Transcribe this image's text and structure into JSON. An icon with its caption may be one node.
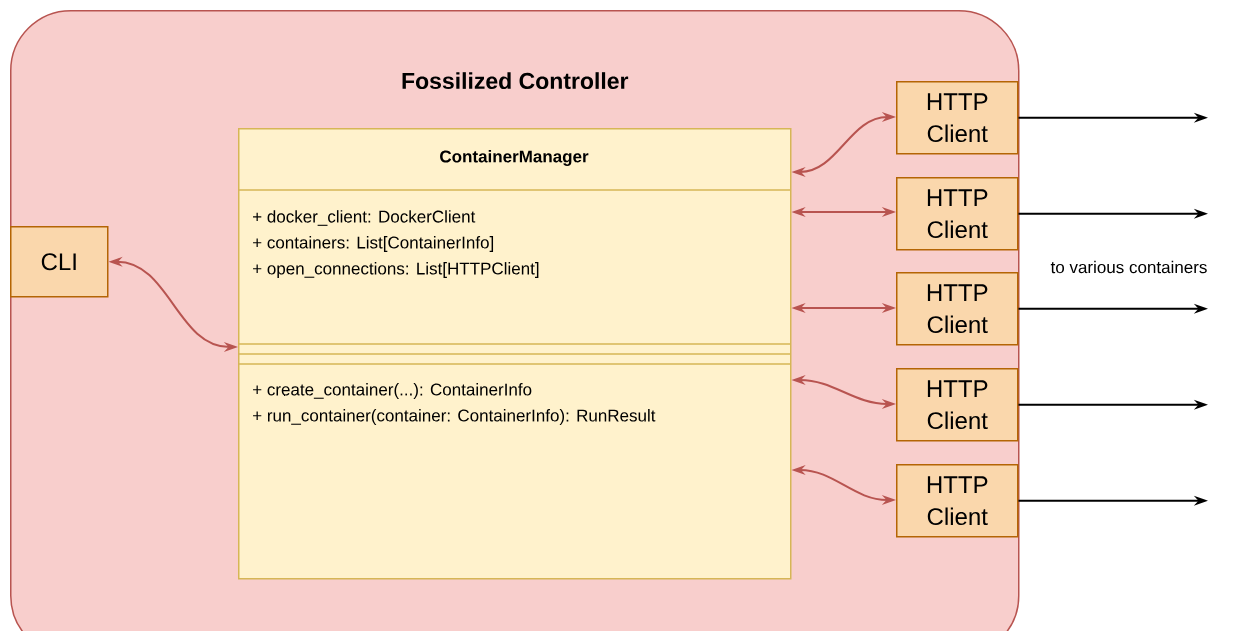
{
  "diagram": {
    "nodes": [
      {
        "text": [
          "Fossilized Controller"
        ]
      },
      {
        "text": [
          "ContainerManager",
          "+ docker_client: DockerClient",
          "+ containers: List[ContainerInfo]",
          "+ open_connections: List[HTTPClient]",
          "+ create_container(...): ContainerInfo",
          "+ run_container(container: ContainerInfo): RunResult"
        ],
        "in": 0
      },
      {
        "text": [
          "CLI"
        ],
        "in": 0
      },
      {
        "text": [
          "HTTP Client"
        ],
        "in": 0
      },
      {
        "text": [
          "HTTP Client"
        ],
        "in": 0
      },
      {
        "text": [
          "HTTP Client"
        ],
        "in": 0
      },
      {
        "text": [
          "HTTP Client"
        ],
        "in": 0
      },
      {
        "text": [
          "HTTP Client"
        ],
        "in": 0
      }
    ],
    "edges": [
      {
        "from": 2,
        "to": 1,
        "arrow": "both"
      },
      {
        "from": 1,
        "to": 3,
        "arrow": "both"
      },
      {
        "from": 1,
        "to": 4,
        "arrow": "both"
      },
      {
        "from": 1,
        "to": 5,
        "arrow": "both"
      },
      {
        "from": 1,
        "to": 6,
        "arrow": "both"
      },
      {
        "from": 1,
        "to": 7,
        "arrow": "both"
      },
      {
        "from": 3,
        "to": null,
        "arrow": "to",
        "color": "#000000"
      },
      {
        "from": 4,
        "to": null,
        "arrow": "to",
        "color": "#000000"
      },
      {
        "from": 5,
        "to": null,
        "arrow": "to",
        "color": "#000000"
      },
      {
        "from": 6,
        "to": null,
        "arrow": "to",
        "color": "#000000"
      },
      {
        "from": 7,
        "to": null,
        "arrow": "to",
        "color": "#000000"
      }
    ],
    "labels": [
      "to various containers"
    ]
  }
}
